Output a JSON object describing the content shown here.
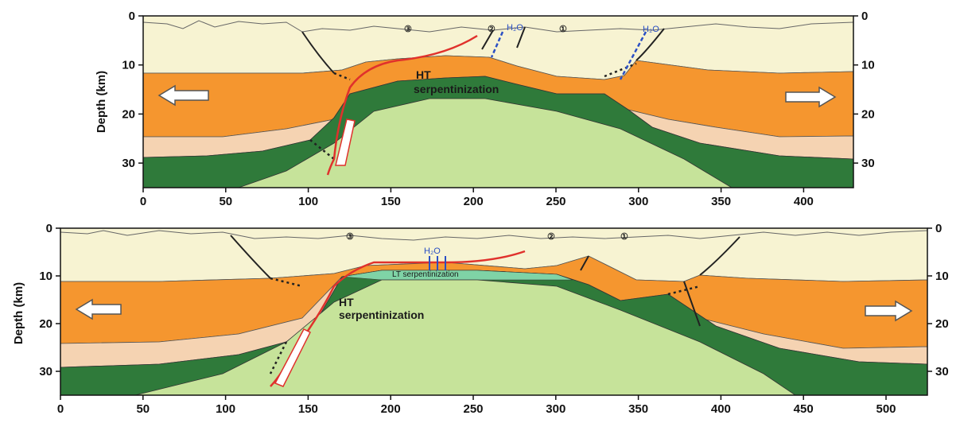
{
  "panels": [
    {
      "id": "top",
      "y_axis_label": "Depth (km)",
      "y_ticks": [
        "0",
        "10",
        "20",
        "30"
      ],
      "x_ticks": [
        "0",
        "50",
        "100",
        "150",
        "200",
        "250",
        "300",
        "350",
        "400"
      ],
      "circled_markers": [
        "③",
        "②",
        "①"
      ],
      "h2o_labels": [
        "H₂O",
        "H₂O"
      ],
      "annotations": [
        "HT",
        "serpentinization"
      ]
    },
    {
      "id": "bottom",
      "y_axis_label": "Depth (km)",
      "y_ticks": [
        "0",
        "10",
        "20",
        "30"
      ],
      "x_ticks": [
        "0",
        "50",
        "100",
        "150",
        "200",
        "250",
        "300",
        "350",
        "400",
        "450",
        "500"
      ],
      "circled_markers": [
        "③",
        "②",
        "①"
      ],
      "h2o_labels": [
        "H₂O"
      ],
      "annotations": [
        "LT serpentinization",
        "HT",
        "serpentinization"
      ]
    }
  ],
  "colors": {
    "upper_crust": "#f7f3d2",
    "middle_crust": "#f5962f",
    "lower_crust": "#f5d3b2",
    "mantle": "#2f7a3a",
    "exhumed_mantle": "#c6e39a",
    "lt_serpentinite": "#7fd3a6",
    "fault": "#1a1a1a",
    "detachment": "#e0312c",
    "water": "#2a4fc4"
  }
}
